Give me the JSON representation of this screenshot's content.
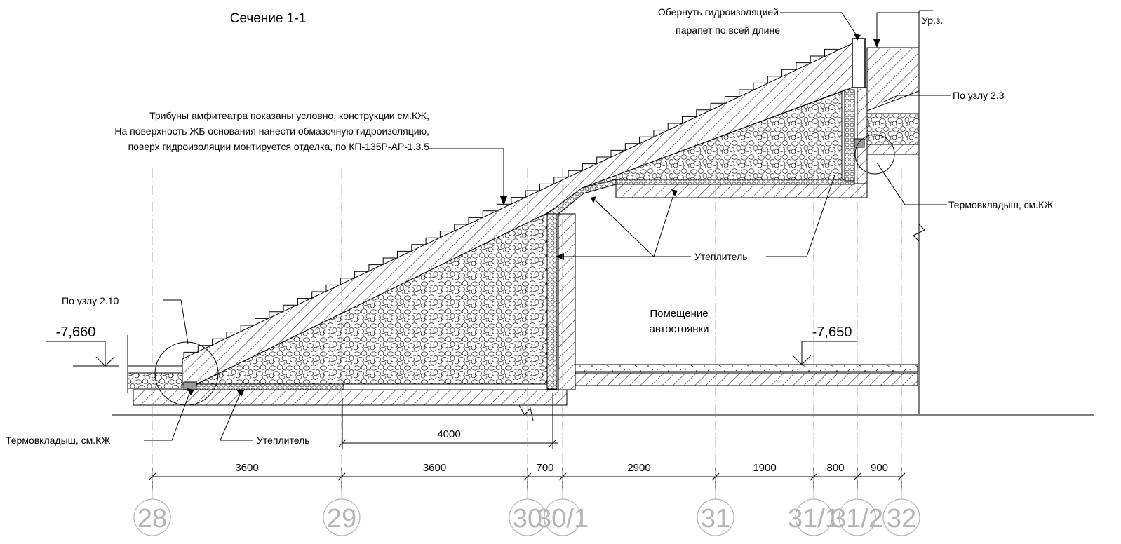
{
  "title": "Сечение 1-1",
  "notes": {
    "tribunes": [
      "Трибуны амфитеатра показаны условно, конструкции см.КЖ,",
      "На поверхность ЖБ основания нанести обмазочную гидроизоляцию,",
      "поверх гидроизоляции монтируется отделка, по КП-135Р-АР-1.3.5"
    ],
    "waterproof": [
      "Обернуть гидроизоляцией",
      "парапет по всей длине"
    ],
    "ground_level": "Ур.з.",
    "node_2_3": "По узлу 2.3",
    "node_2_10": "По узлу 2.10",
    "thermal_right": "Термовкладыш, см.КЖ",
    "thermal_left": "Термовкладыш, см.КЖ",
    "insulation_right": "Утеплитель",
    "insulation_bottom": "Утеплитель",
    "room": [
      "Помещение",
      "автостоянки"
    ]
  },
  "levels": {
    "left": "-7,660",
    "right": "-7,650"
  },
  "dims": {
    "overall": "4000",
    "spans": [
      "3600",
      "3600",
      "700",
      "2900",
      "1900",
      "800",
      "900"
    ]
  },
  "axes": [
    "28",
    "29",
    "30",
    "30/1",
    "31",
    "31/1",
    "31/2",
    "32"
  ],
  "colors": {
    "line": "#000000",
    "axis_bubble": "#b5b5b5",
    "thermal": "#9a9a9a"
  }
}
